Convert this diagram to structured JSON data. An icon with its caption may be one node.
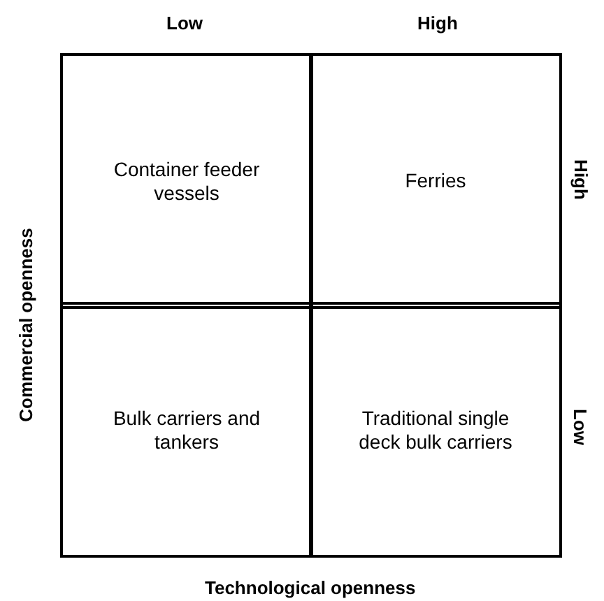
{
  "diagram": {
    "nodes": [
      {
        "text": [
          "Container feeder vessels"
        ]
      },
      {
        "text": [
          "Ferries"
        ]
      },
      {
        "text": [
          "Bulk carriers and tankers"
        ]
      },
      {
        "text": [
          "Traditional single deck bulk carriers"
        ]
      }
    ],
    "labels": [
      "Low",
      "High",
      "High",
      "Commercial openness",
      "Low",
      "Technological openness"
    ]
  }
}
